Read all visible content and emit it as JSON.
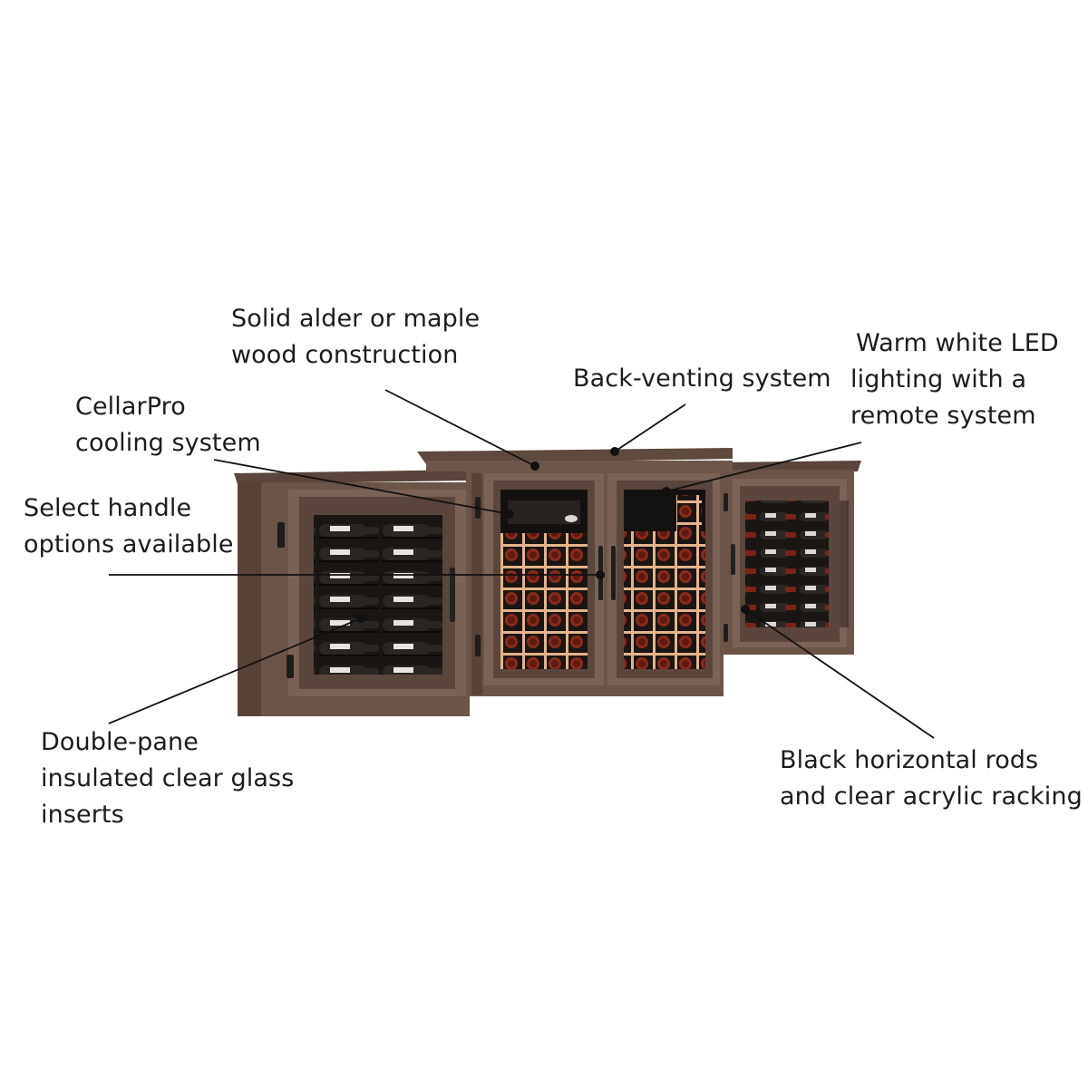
{
  "callouts": {
    "alder": {
      "lines": [
        "Solid alder or maple",
        "wood construction"
      ]
    },
    "vent": {
      "lines": [
        "Back-venting system"
      ]
    },
    "led": {
      "lines": [
        "Warm white LED",
        "lighting with a",
        "remote system"
      ]
    },
    "cellarpro": {
      "lines": [
        "CellarPro",
        "cooling system"
      ]
    },
    "handle": {
      "lines": [
        "Select handle",
        "options available"
      ]
    },
    "glass": {
      "lines": [
        "Double-pane",
        "insulated clear glass",
        "inserts"
      ]
    },
    "racking": {
      "lines": [
        "Black horizontal rods",
        "and clear acrylic racking"
      ]
    }
  },
  "colors": {
    "wood": "#6b5448",
    "wood_dark": "#4f3c33",
    "wood_light": "#7d665a",
    "interior": "#1a1614",
    "bottle_red": "#7a2418",
    "rack_wood": "#e3b48a",
    "leader": "#111111"
  }
}
